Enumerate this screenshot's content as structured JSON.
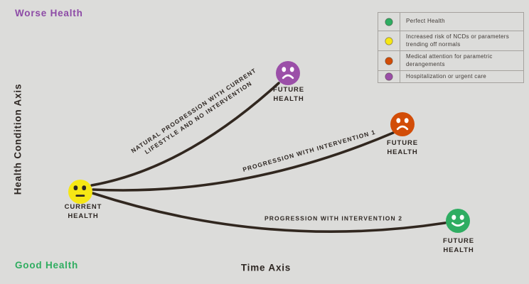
{
  "colors": {
    "background": "#dcdcda",
    "curve_line": "#31271f",
    "text_dark": "#2e2723",
    "yellow": "#f6e715",
    "purple": "#9b4fa8",
    "orange": "#d24d08",
    "green": "#2fad62",
    "worse_health_text": "#8d4ba6",
    "good_health_text": "#2fad60"
  },
  "axes": {
    "worse_label": "Worse Health",
    "good_label": "Good Health",
    "y_axis_label": "Health Condition Axis",
    "x_axis_label": "Time Axis"
  },
  "nodes": {
    "current": {
      "line1": "CURRENT",
      "line2": "HEALTH"
    },
    "future_natural": {
      "line1": "FUTURE",
      "line2": "HEALTH"
    },
    "future_intervention1": {
      "line1": "FUTURE",
      "line2": "HEALTH"
    },
    "future_intervention2": {
      "line1": "FUTURE",
      "line2": "HEALTH"
    }
  },
  "curves": {
    "natural": {
      "line1": "NATURAL PROGRESSION WITH CURRENT",
      "line2": "LIFESTYLE AND NO INTERVENTION"
    },
    "intervention1": {
      "label": "PROGRESSION WITH INTERVENTION 1"
    },
    "intervention2": {
      "label": "PROGRESSION WITH INTERVENTION 2"
    }
  },
  "legend": {
    "items": [
      {
        "color": "#2fad62",
        "label": "Perfect Health"
      },
      {
        "color": "#f6e715",
        "label": "Increased risk of NCDs or parameters trending off normals"
      },
      {
        "color": "#d24d08",
        "label": "Medical attention for parametric derangements"
      },
      {
        "color": "#9b4fa8",
        "label": "Hospitalization or urgent care"
      }
    ]
  }
}
